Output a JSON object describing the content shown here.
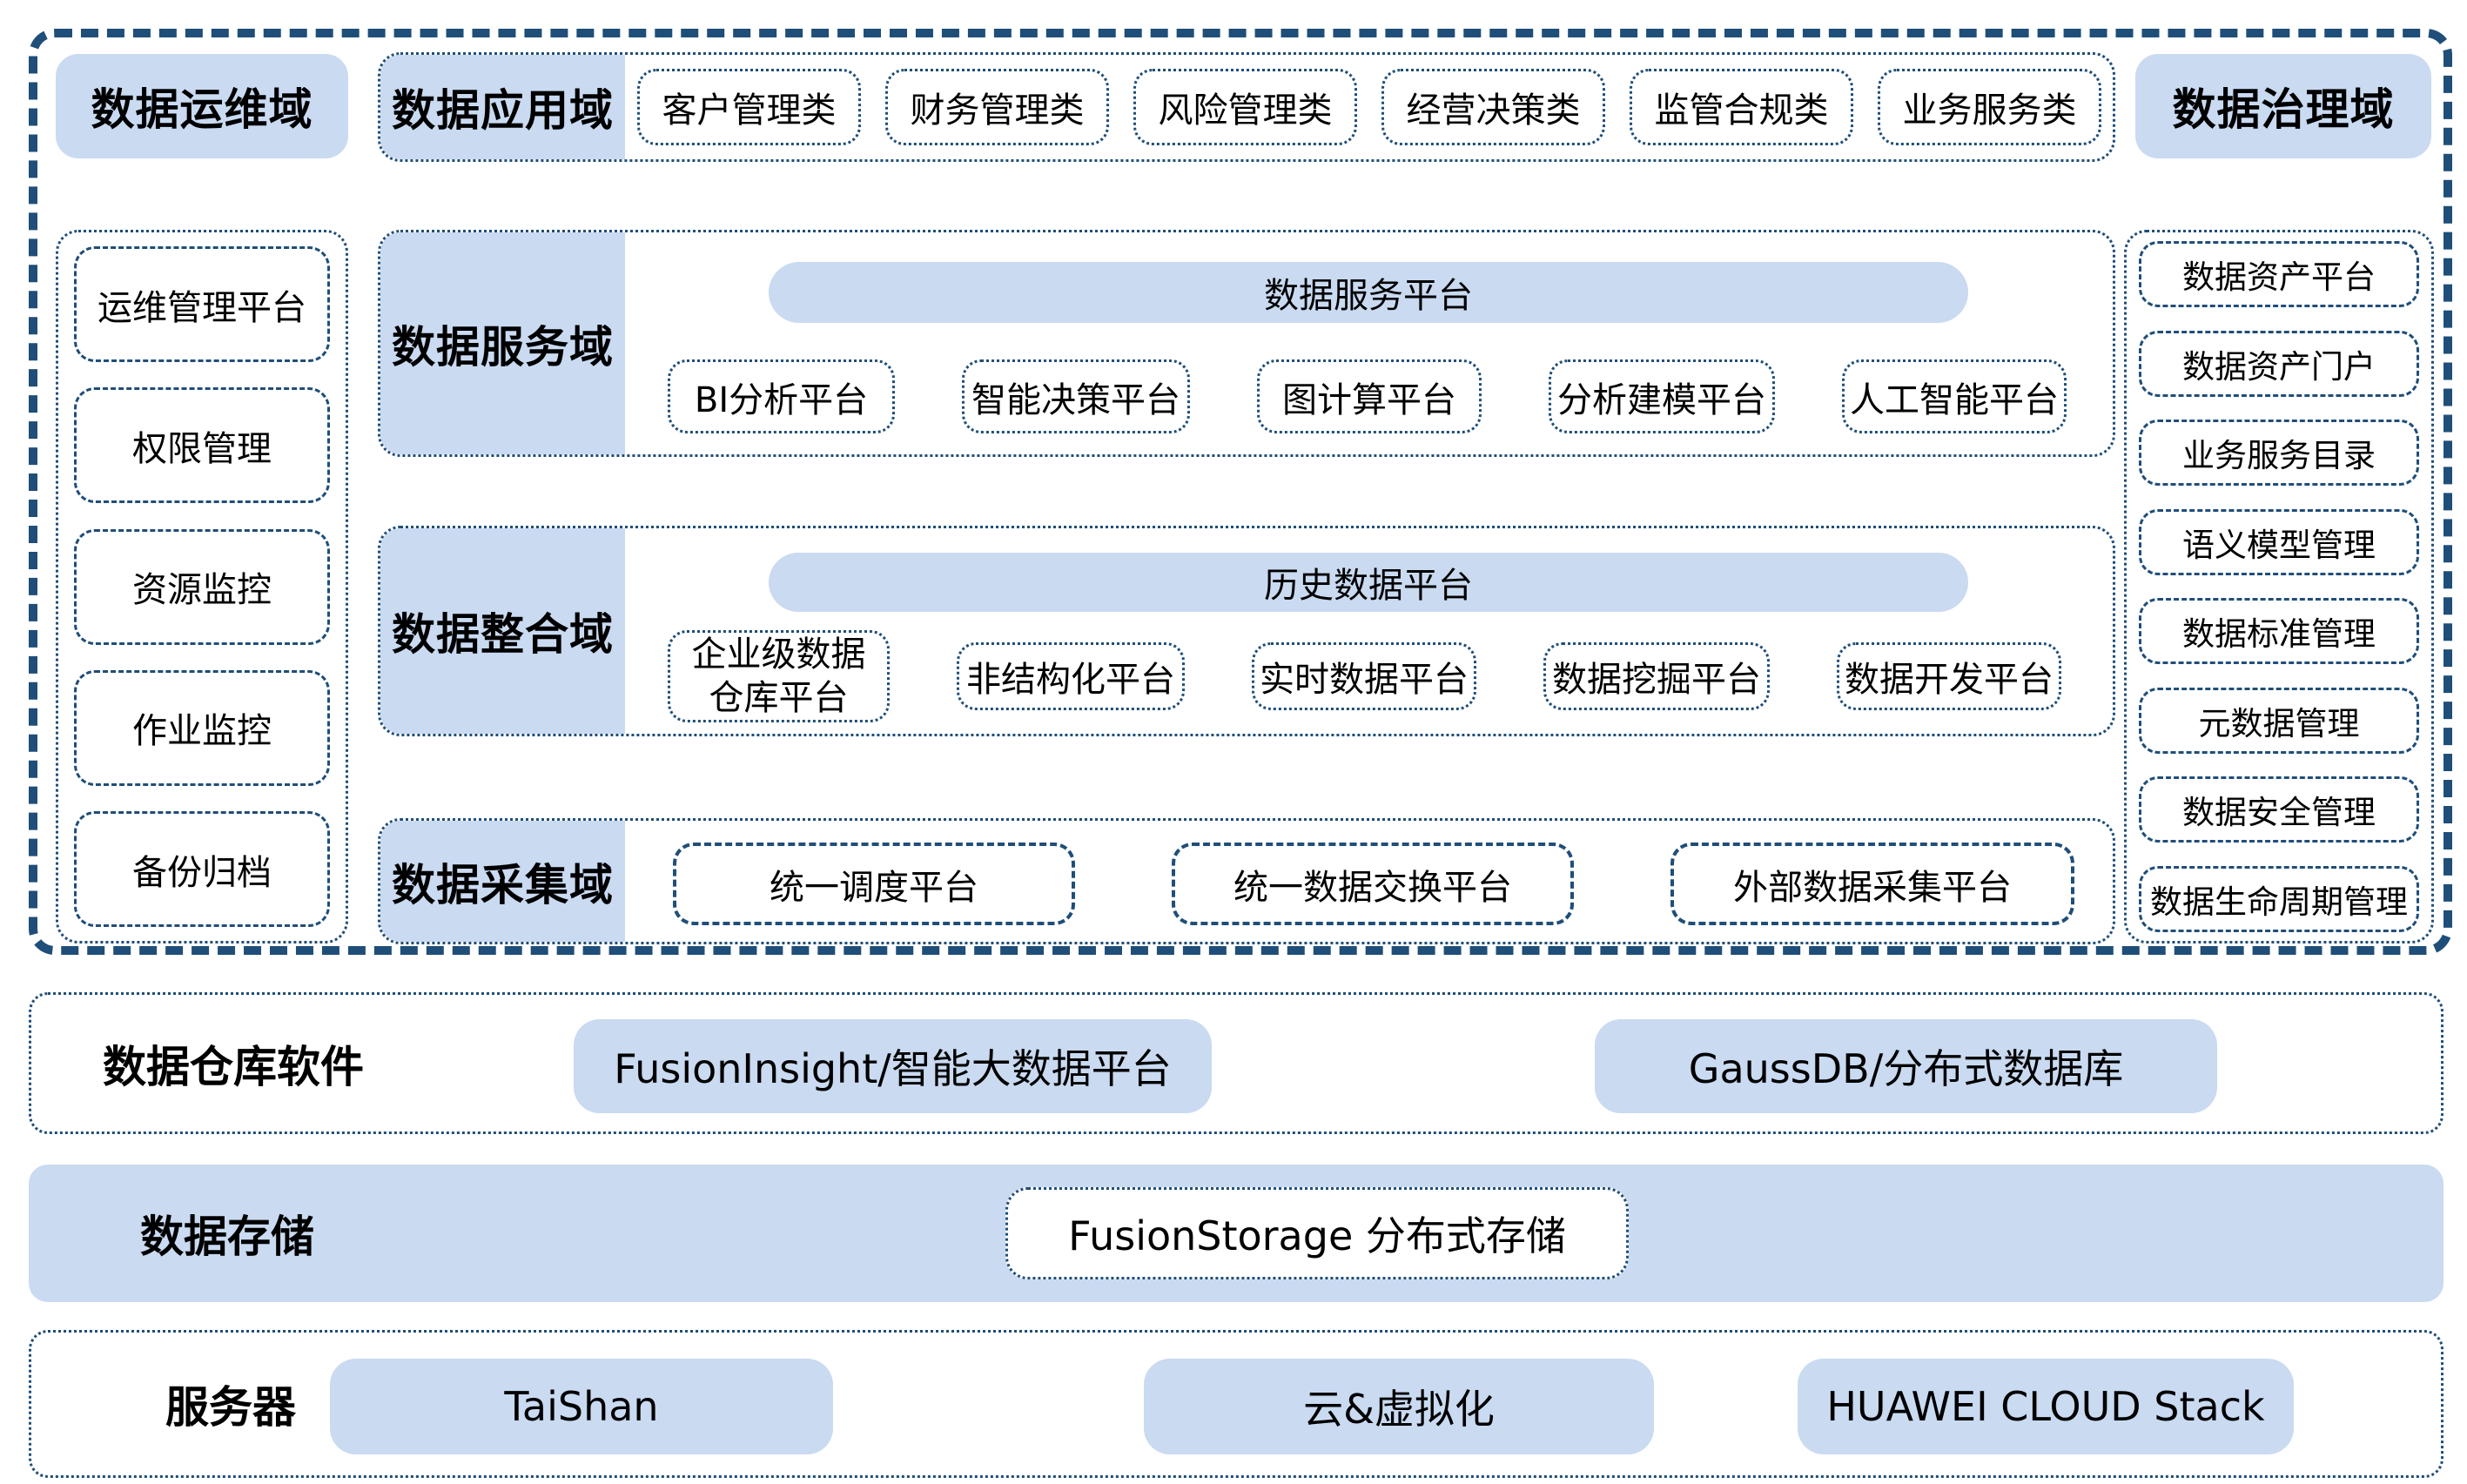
{
  "colors": {
    "fill_blue": "#C9DAF1",
    "border_navy": "#1F4E79",
    "text": "#000000"
  },
  "domains": {
    "ops": {
      "label": "数据运维域"
    },
    "app": {
      "label": "数据应用域",
      "items": [
        "客户管理类",
        "财务管理类",
        "风险管理类",
        "经营决策类",
        "监管合规类",
        "业务服务类"
      ]
    },
    "governance": {
      "label": "数据治理域",
      "items": [
        "数据资产平台",
        "数据资产门户",
        "业务服务目录",
        "语义模型管理",
        "数据标准管理",
        "元数据管理",
        "数据安全管理",
        "数据生命周期管理"
      ]
    },
    "ops_tools": {
      "items": [
        "运维管理平台",
        "权限管理",
        "资源监控",
        "作业监控",
        "备份归档"
      ]
    },
    "service": {
      "label": "数据服务域",
      "banner": "数据服务平台",
      "items": [
        "BI分析平台",
        "智能决策平台",
        "图计算平台",
        "分析建模平台",
        "人工智能平台"
      ]
    },
    "integration": {
      "label": "数据整合域",
      "banner": "历史数据平台",
      "items": [
        "企业级数据仓库平台",
        "非结构化平台",
        "实时数据平台",
        "数据挖掘平台",
        "数据开发平台"
      ]
    },
    "collection": {
      "label": "数据采集域",
      "items": [
        "统一调度平台",
        "统一数据交换平台",
        "外部数据采集平台"
      ]
    }
  },
  "infrastructure": {
    "warehouse": {
      "label": "数据仓库软件",
      "items": [
        "FusionInsight/智能大数据平台",
        "GaussDB/分布式数据库"
      ]
    },
    "storage": {
      "label": "数据存储",
      "items": [
        "FusionStorage 分布式存储"
      ]
    },
    "server": {
      "label": "服务器",
      "items": [
        "TaiShan",
        "云&虚拟化",
        "HUAWEI CLOUD Stack"
      ]
    }
  }
}
